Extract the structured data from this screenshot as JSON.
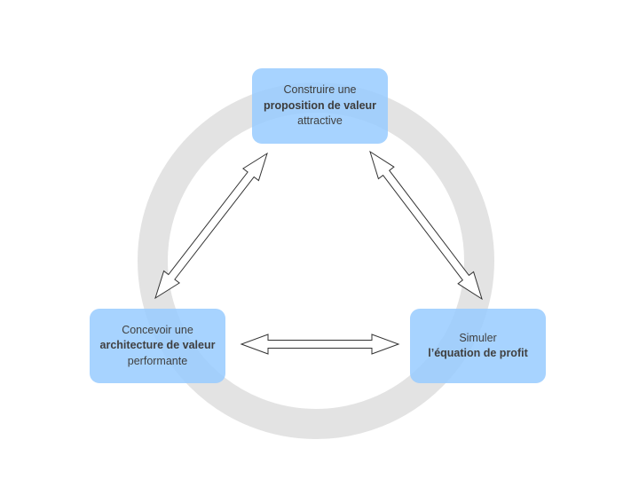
{
  "colors": {
    "ring": "#e3e3e3",
    "node_fill": "#99ccff",
    "node_text": "#222222",
    "arrow_fill": "#ffffff",
    "arrow_stroke": "#333333"
  },
  "nodes": {
    "top": {
      "line1": "Construire une",
      "line2": "proposition de valeur",
      "line3": "attractive"
    },
    "left": {
      "line1": "Concevoir une",
      "line2": "architecture de valeur",
      "line3": "performante"
    },
    "right": {
      "line1": "Simuler",
      "line2": "l’équation de profit"
    }
  }
}
